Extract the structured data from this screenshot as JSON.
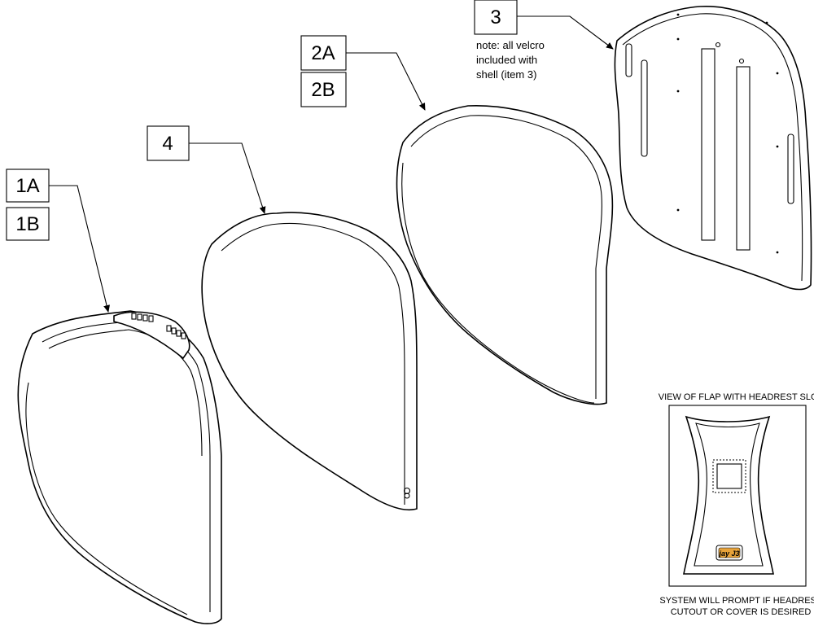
{
  "callouts": {
    "c1a": "1A",
    "c1b": "1B",
    "c2a": "2A",
    "c2b": "2B",
    "c3": "3",
    "c4": "4"
  },
  "note": {
    "line1": "note: all velcro",
    "line2": "included with",
    "line3": "shell (item 3)"
  },
  "flap_view": {
    "title": "VIEW OF FLAP WITH HEADREST SLOT",
    "caption_line1": "SYSTEM WILL PROMPT IF HEADREST",
    "caption_line2": "CUTOUT OR COVER IS DESIRED",
    "logo_text": "jay J3"
  },
  "colors": {
    "line": "#000000",
    "logo_accent": "#e8a33a"
  }
}
